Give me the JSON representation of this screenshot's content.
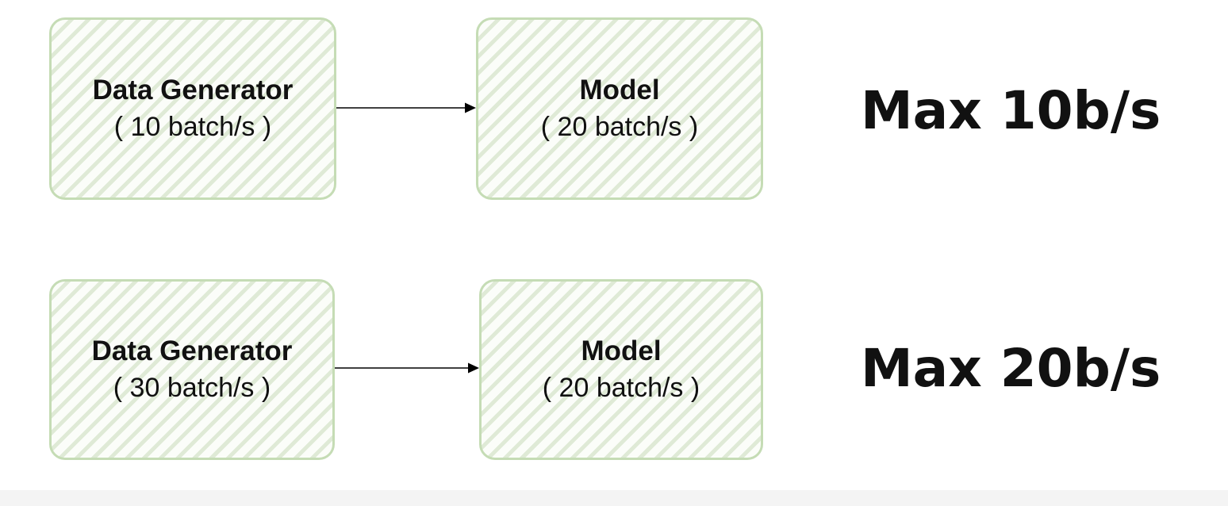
{
  "rows": [
    {
      "generator": {
        "title": "Data Generator",
        "rate": "( 10 batch/s )"
      },
      "model": {
        "title": "Model",
        "rate": "( 20 batch/s )"
      },
      "result": "Max 10b/s"
    },
    {
      "generator": {
        "title": "Data Generator",
        "rate": "( 30 batch/s )"
      },
      "model": {
        "title": "Model",
        "rate": "( 20 batch/s )"
      },
      "result": "Max 20b/s"
    }
  ],
  "colors": {
    "node_border": "#c5dcb5",
    "node_hatch": "#dfead6",
    "text": "#111111"
  }
}
